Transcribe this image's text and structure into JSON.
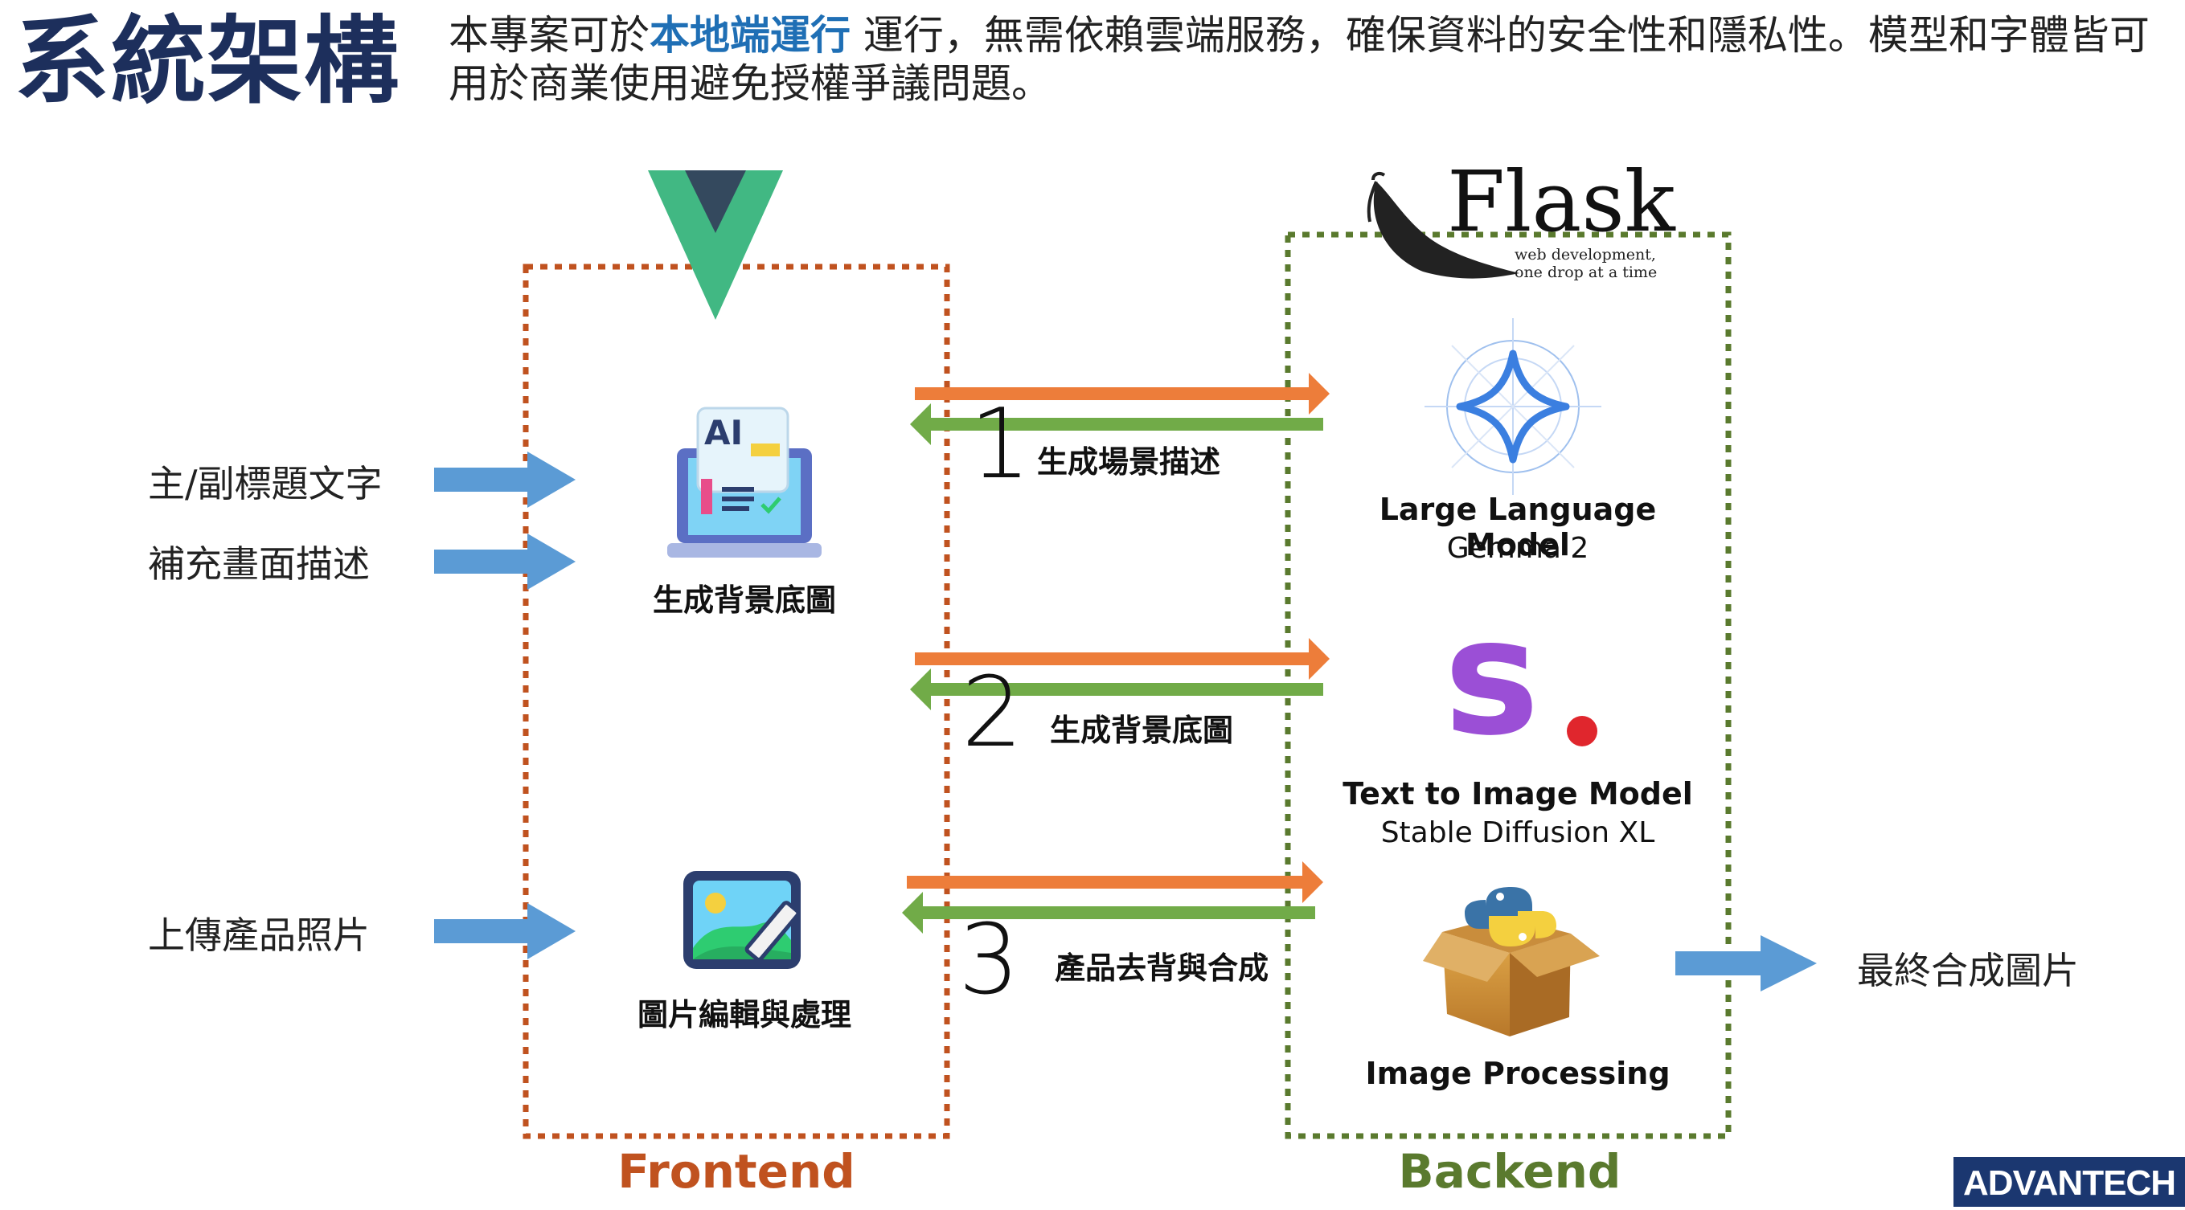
{
  "header": {
    "title": "系統架構",
    "desc_before": "本專案可於",
    "desc_highlight": "本地端運行",
    "desc_after": " 運行，無需依賴雲端服務，確保資料的安全性和隱私性。模型和字體皆可用於商業使用避免授權爭議問題。"
  },
  "inputs": {
    "text_title": "主/副標題文字",
    "text_desc": "補充畫面描述",
    "upload": "上傳產品照片"
  },
  "frontend": {
    "label": "Frontend",
    "module_bg": "生成背景底圖",
    "module_img": "圖片編輯與處理",
    "ai_icon_text": "AI"
  },
  "steps": [
    {
      "num": "1",
      "label": "生成場景描述"
    },
    {
      "num": "2",
      "label": "生成背景底圖"
    },
    {
      "num": "3",
      "label": "產品去背與合成"
    }
  ],
  "backend": {
    "label": "Backend",
    "flask_word": "Flask",
    "flask_tag1": "web development,",
    "flask_tag2": "one drop at a time",
    "models": [
      {
        "title": "Large Language Model",
        "sub": "Gemma 2",
        "icon": "gemma-star-icon"
      },
      {
        "title": "Text to Image Model",
        "sub": "Stable Diffusion XL",
        "icon": "stability-s-icon"
      },
      {
        "title": "Image Processing",
        "sub": "",
        "icon": "python-box-icon"
      }
    ],
    "stability_letter": "s"
  },
  "output": "最終合成圖片",
  "brand": "ADVANTECH",
  "colors": {
    "title": "#1d2f5c",
    "highlight": "#1f6fb5",
    "frontend": "#c0521f",
    "backend": "#5a7a2e",
    "arrow_request": "#ed7d3a",
    "arrow_response": "#71ab48",
    "arrow_input": "#5b9bd5"
  }
}
